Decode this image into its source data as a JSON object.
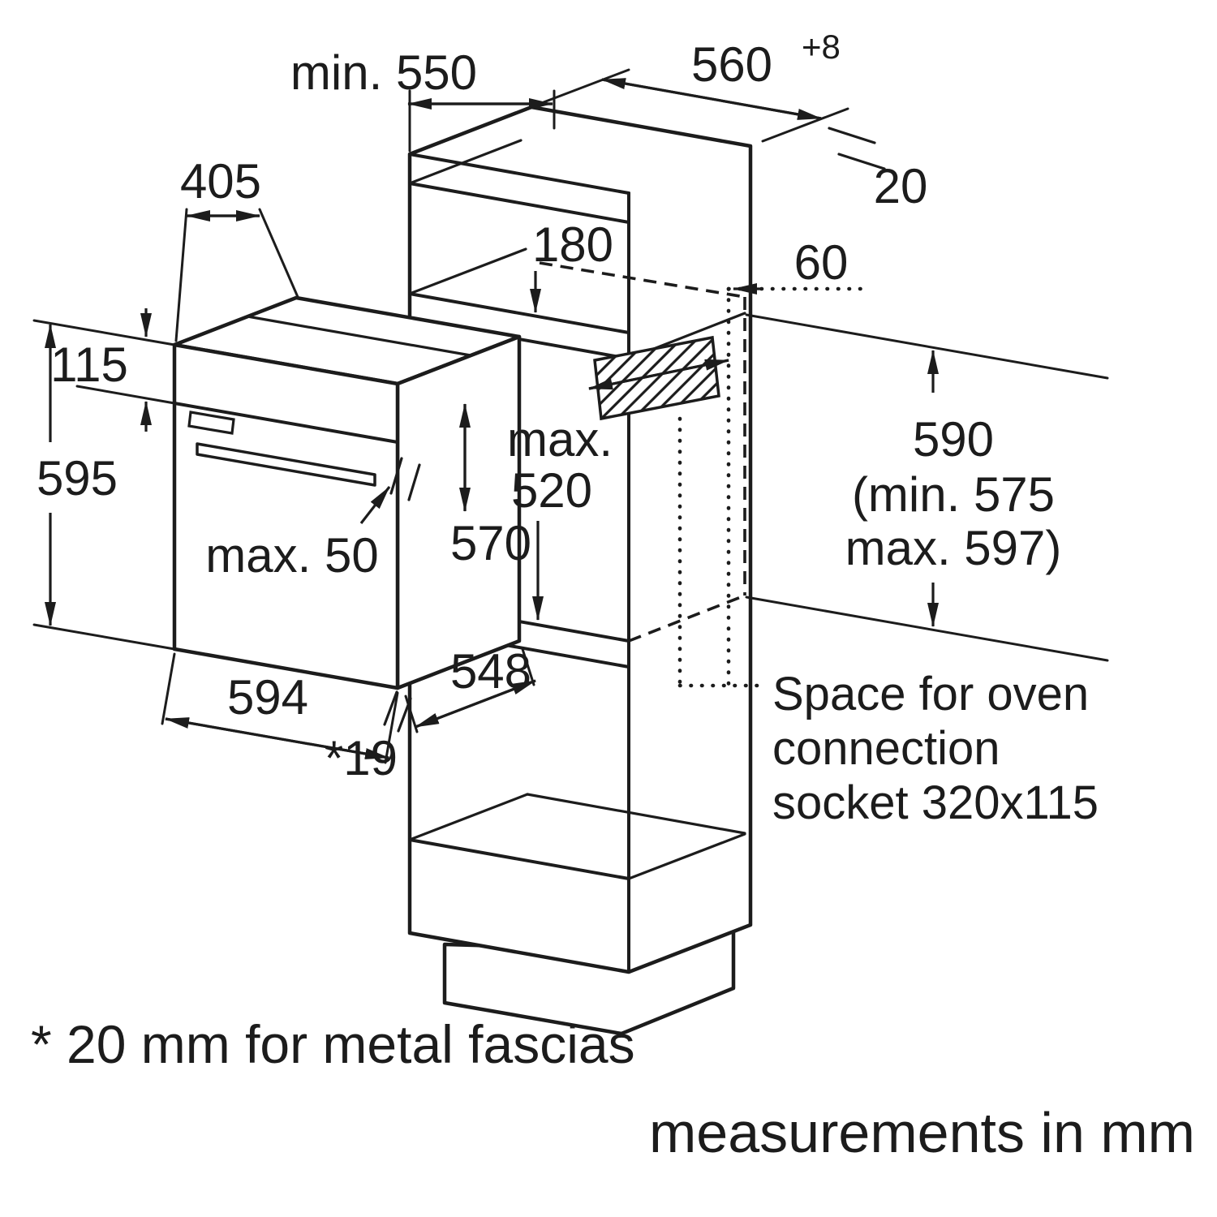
{
  "diagram": {
    "type": "oven installation dimension drawing",
    "colors": {
      "line": "#1c1c1c",
      "background": "#ffffff"
    }
  },
  "dims": {
    "min550": "min. 550",
    "v560": "560",
    "v560_tolerance": "+8",
    "v20": "20",
    "v405": "405",
    "v180": "180",
    "v60": "60",
    "v115": "115",
    "v595": "595",
    "max50": "max. 50",
    "v570": "570",
    "max_word": "max.",
    "v520": "520",
    "v590": "590",
    "v590_min": "(min. 575",
    "v590_max": "max. 597)",
    "v594": "594",
    "v548": "548",
    "v19": "*19"
  },
  "socket_note": {
    "line1": "Space for oven",
    "line2": "connection",
    "line3": "socket 320x115"
  },
  "notes": {
    "footnote": "* 20 mm for metal fascias",
    "units": "measurements in mm"
  }
}
